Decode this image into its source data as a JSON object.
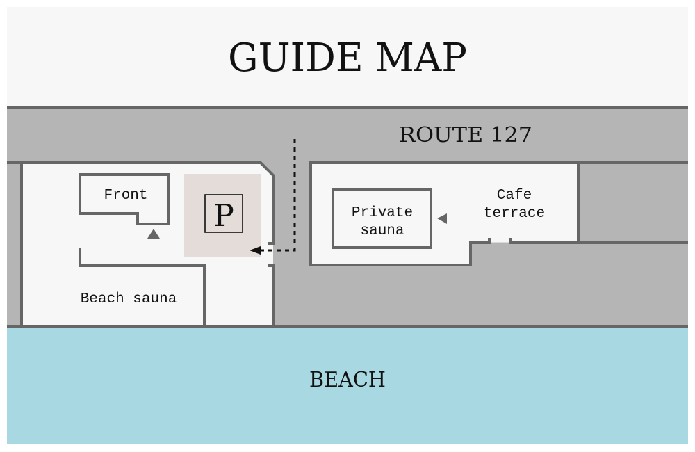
{
  "title": "GUIDE MAP",
  "road": {
    "label": "ROUTE 127"
  },
  "beach": {
    "label": "BEACH"
  },
  "places": {
    "front": {
      "label": "Front"
    },
    "parking": {
      "label": "P"
    },
    "beach_sauna": {
      "label": "Beach sauna"
    },
    "private_sauna": {
      "label_line1": "Private",
      "label_line2": "sauna"
    },
    "cafe_terrace": {
      "label_line1": "Cafe",
      "label_line2": "terrace"
    }
  },
  "icons": {
    "entrance_marker": "triangle-up",
    "private_sauna_marker": "triangle-left",
    "parking_route": "dotted-arrow-left"
  },
  "colors": {
    "header_bg": "#f7f7f7",
    "road": "#b5b5b5",
    "building": "#f7f7f7",
    "wall": "#666666",
    "parking_bg": "#e3dcd9",
    "beach": "#a8d9e3",
    "text": "#111111"
  }
}
